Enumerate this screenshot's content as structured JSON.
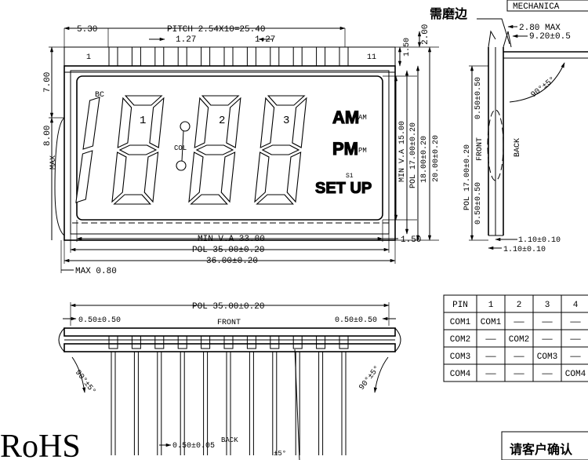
{
  "header": {
    "chinese_note": "需磨边",
    "mechanical_label": "MECHANICA"
  },
  "front_view": {
    "pitch": "PITCH 2.54X10=25.40",
    "left_offset": "5.30",
    "pin_gap_left": "1.27",
    "pin_gap_right": "1.27",
    "pin_first": "1",
    "pin_last": "11",
    "top_gap": "2.00",
    "pin_len": "1.50",
    "height_7": "7.00",
    "height_8": "8.00",
    "max_label": "MAX",
    "min_va_h": "MIN V.A 15.00",
    "pol_h": "POL 17.00±0.20",
    "glass_h1": "18.00±0.20",
    "glass_h2": "20.00±0.20",
    "min_va_w": "MIN V.A 33.00",
    "pol_w": "POL 35.00±0.20",
    "glass_w": "36.00±0.20",
    "max_thick": "MAX 0.80",
    "right_gap": "1.50"
  },
  "lcd": {
    "bc": "BC",
    "digit1": "1",
    "digit2": "2",
    "digit3": "3",
    "col": "COL",
    "am": "AM",
    "am_small": "AM",
    "pm": "PM",
    "pm_small": "PM",
    "s1": "S1",
    "setup": "SET UP"
  },
  "side_view": {
    "max_thick": "2.80 MAX",
    "pin_span": "9.20±0.5",
    "angle": "90°±5°",
    "front": "FRONT",
    "back": "BACK",
    "pol_dim": "POL 17.00±0.20",
    "off_top": "0.50±0.50",
    "off_bottom": "0.50±0.50",
    "thick1": "1.10±0.10",
    "thick2": "1.10±0.10"
  },
  "bottom_view": {
    "pol": "POL 35.00±0.20",
    "front": "FRONT",
    "left_off": "0.50±0.50",
    "right_off": "0.50±0.50",
    "angle_left": "90°±5°",
    "angle_right": "90°±5°",
    "pin_thick": "0.50±0.05",
    "back": "BACK",
    "small_angle": "±5°"
  },
  "pin_table": {
    "headers": [
      "PIN",
      "1",
      "2",
      "3",
      "4"
    ],
    "rows": [
      [
        "COM1",
        "COM1",
        "——",
        "——",
        "——"
      ],
      [
        "COM2",
        "——",
        "COM2",
        "——",
        "——"
      ],
      [
        "COM3",
        "——",
        "——",
        "COM3",
        "——"
      ],
      [
        "COM4",
        "——",
        "——",
        "——",
        "COM4"
      ]
    ]
  },
  "rohs": "RoHS",
  "confirm_note": "请客户确认"
}
